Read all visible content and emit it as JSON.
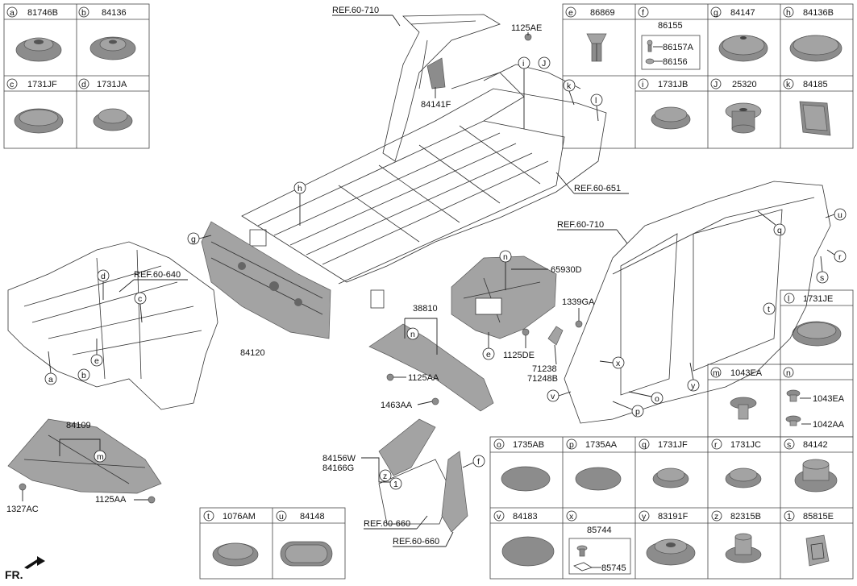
{
  "legend_top_left": [
    {
      "letter": "a",
      "part": "81746B"
    },
    {
      "letter": "b",
      "part": "84136"
    },
    {
      "letter": "c",
      "part": "1731JF"
    },
    {
      "letter": "d",
      "part": "1731JA"
    }
  ],
  "legend_top_right": [
    {
      "letter": "e",
      "part": "86869"
    },
    {
      "letter": "f",
      "part": "86155",
      "subparts": [
        "86157A",
        "86156"
      ]
    },
    {
      "letter": "g",
      "part": "84147"
    },
    {
      "letter": "h",
      "part": "84136B"
    },
    {
      "letter": "i",
      "part": "1731JB"
    },
    {
      "letter": "J",
      "part": "25320"
    },
    {
      "letter": "k",
      "part": "84185"
    }
  ],
  "legend_right": [
    {
      "letter": "l",
      "part": "1731JE"
    },
    {
      "letter": "m",
      "part": "1043EA"
    },
    {
      "letter": "n",
      "part": "",
      "subparts": [
        "1043EA",
        "1042AA"
      ]
    }
  ],
  "legend_bottom_right": [
    {
      "letter": "o",
      "part": "1735AB"
    },
    {
      "letter": "p",
      "part": "1735AA"
    },
    {
      "letter": "q",
      "part": "1731JF"
    },
    {
      "letter": "r",
      "part": "1731JC"
    },
    {
      "letter": "s",
      "part": "84142"
    },
    {
      "letter": "v",
      "part": "84183"
    },
    {
      "letter": "x",
      "part": "85744",
      "subparts": [
        "85745"
      ]
    },
    {
      "letter": "y",
      "part": "83191F"
    },
    {
      "letter": "z",
      "part": "82315B"
    },
    {
      "letter": "1",
      "part": "85815E"
    }
  ],
  "legend_bottom_mid": [
    {
      "letter": "t",
      "part": "1076AM"
    },
    {
      "letter": "u",
      "part": "84148"
    }
  ],
  "refs": {
    "ref_710_top": "REF.60-710",
    "ref_651": "REF.60-651",
    "ref_710_right": "REF.60-710",
    "ref_640": "REF.60-640",
    "ref_660_a": "REF.60-660",
    "ref_660_b": "REF.60-660"
  },
  "labels": {
    "p1125AE": "1125AE",
    "p84141F": "84141F",
    "p84120": "84120",
    "p65930D": "65930D",
    "p1339GA": "1339GA",
    "p38810": "38810",
    "p1125DE": "1125DE",
    "p71238": "71238",
    "p71248B": "71248B",
    "p1125AA_a": "1125AA",
    "p1463AA": "1463AA",
    "p84156W": "84156W",
    "p84166G": "84166G",
    "p84109": "84109",
    "p1327AC": "1327AC",
    "p1125AA_b": "1125AA",
    "fr": "FR."
  },
  "callouts": {
    "d": "d",
    "c": "c",
    "e": "e",
    "b": "b",
    "a": "a",
    "g": "g",
    "h": "h",
    "i": "i",
    "J": "J",
    "k": "k",
    "l": "l",
    "n1": "n",
    "n2": "n",
    "e2": "e",
    "m": "m",
    "z": "z",
    "one": "1",
    "f": "f",
    "q": "q",
    "u": "u",
    "r": "r",
    "s": "s",
    "t": "t",
    "x": "x",
    "o": "o",
    "y": "y",
    "v": "v",
    "p": "p"
  }
}
